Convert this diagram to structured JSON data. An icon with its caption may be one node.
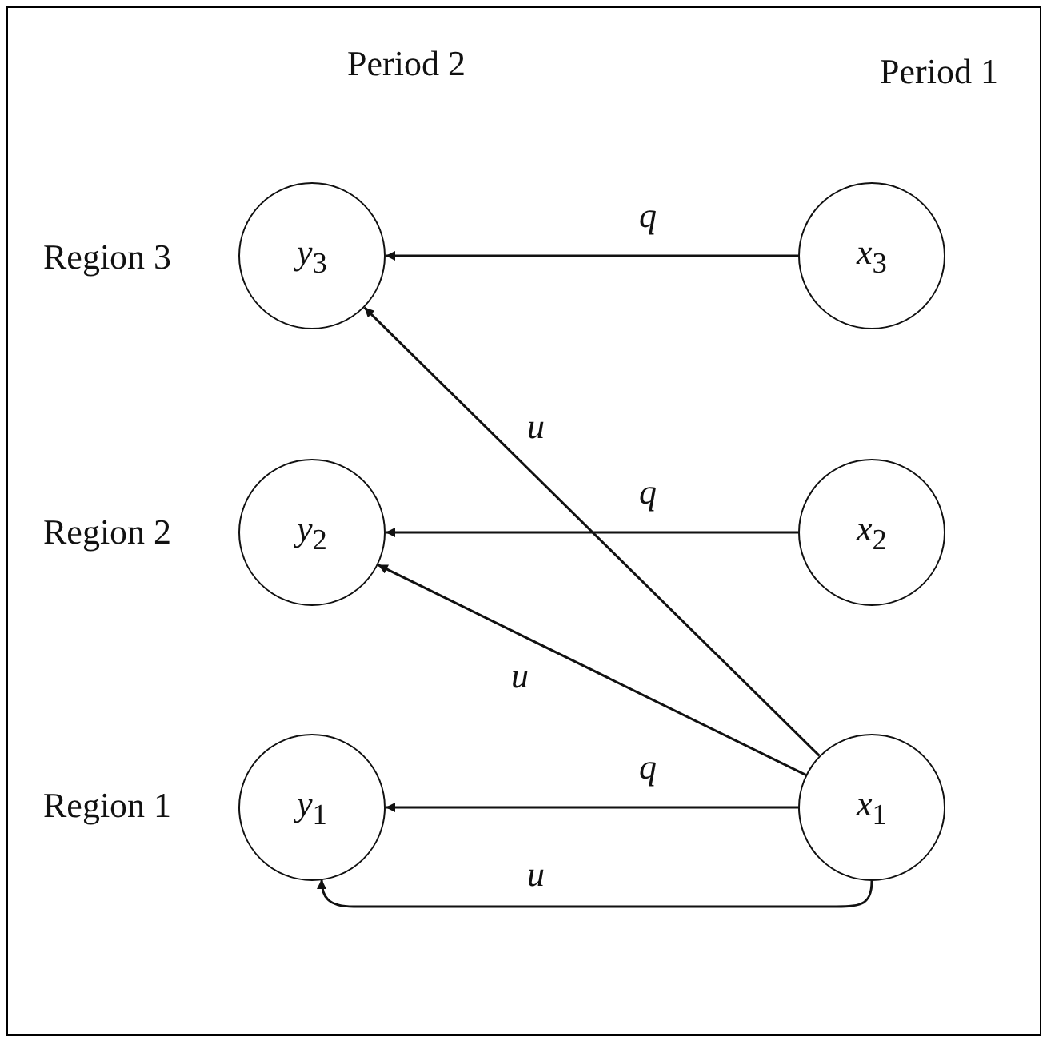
{
  "diagram": {
    "nodes": [
      {
        "text": [
          "*y*$_{3}$"
        ]
      },
      {
        "text": [
          "*y*$_{2}$"
        ]
      },
      {
        "text": [
          "*y*$_{1}$"
        ]
      },
      {
        "text": [
          "*x*$_{3}$"
        ]
      },
      {
        "text": [
          "*x*$_{2}$"
        ]
      },
      {
        "text": [
          "*x*$_{1}$"
        ]
      }
    ],
    "edges": [
      {
        "from": 3,
        "to": 0,
        "arrow": "to",
        "label": "q"
      },
      {
        "from": 5,
        "to": 0,
        "arrow": "to",
        "label": "u"
      },
      {
        "from": 4,
        "to": 1,
        "arrow": "to",
        "label": "q"
      },
      {
        "from": 5,
        "to": 1,
        "arrow": "to",
        "label": "u"
      },
      {
        "from": 5,
        "to": 2,
        "arrow": "to",
        "label": "q"
      },
      {
        "from": 5,
        "to": 2,
        "arrow": "to",
        "label": "u"
      }
    ],
    "labels": [
      "Period 2",
      "Period 1",
      "Region 3",
      "Region 2",
      "Region 1"
    ]
  }
}
